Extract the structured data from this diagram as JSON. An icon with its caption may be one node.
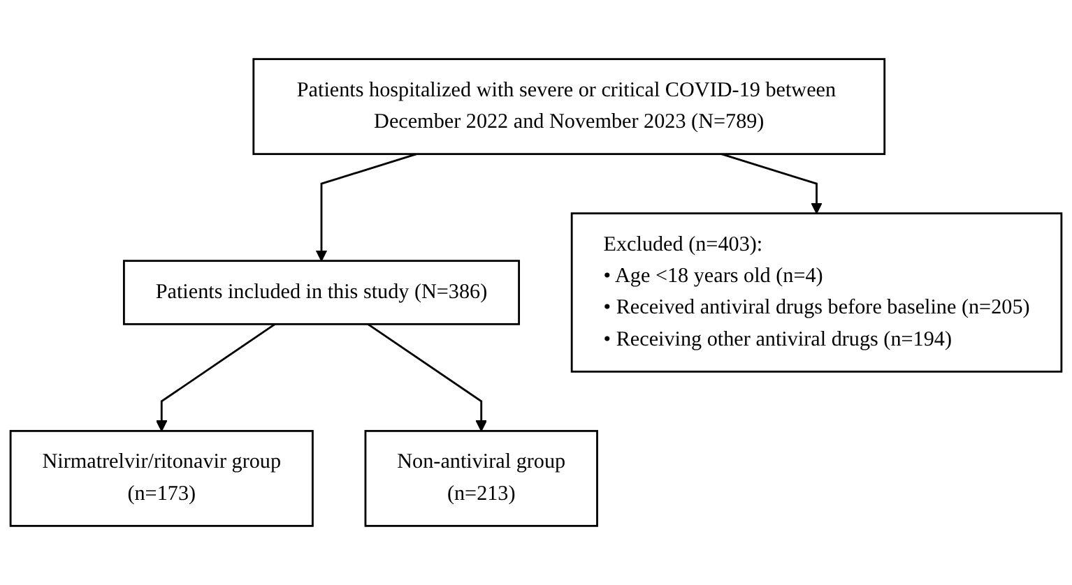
{
  "diagram": {
    "nodes": [
      {
        "text": [
          "Patients hospitalized with severe or critical COVID-19 between December 2022 and November 2023 (N=789)"
        ]
      },
      {
        "text": [
          "Excluded (n=403):",
          "• Age <18 years old (n=4)",
          "• Received antiviral drugs before baseline (n=205)",
          "• Receiving other antiviral drugs (n=194)"
        ]
      },
      {
        "text": [
          "Patients included in this study (N=386)"
        ]
      },
      {
        "text": [
          "Nirmatrelvir/ritonavir group",
          "(n=173)"
        ]
      },
      {
        "text": [
          "Non-antiviral group",
          "(n=213)"
        ]
      }
    ],
    "edges": [
      {
        "from": 0,
        "to": 2,
        "arrow": "to"
      },
      {
        "from": 0,
        "to": 1,
        "arrow": "to"
      },
      {
        "from": 2,
        "to": 3,
        "arrow": "to"
      },
      {
        "from": 2,
        "to": 4,
        "arrow": "to"
      }
    ]
  }
}
